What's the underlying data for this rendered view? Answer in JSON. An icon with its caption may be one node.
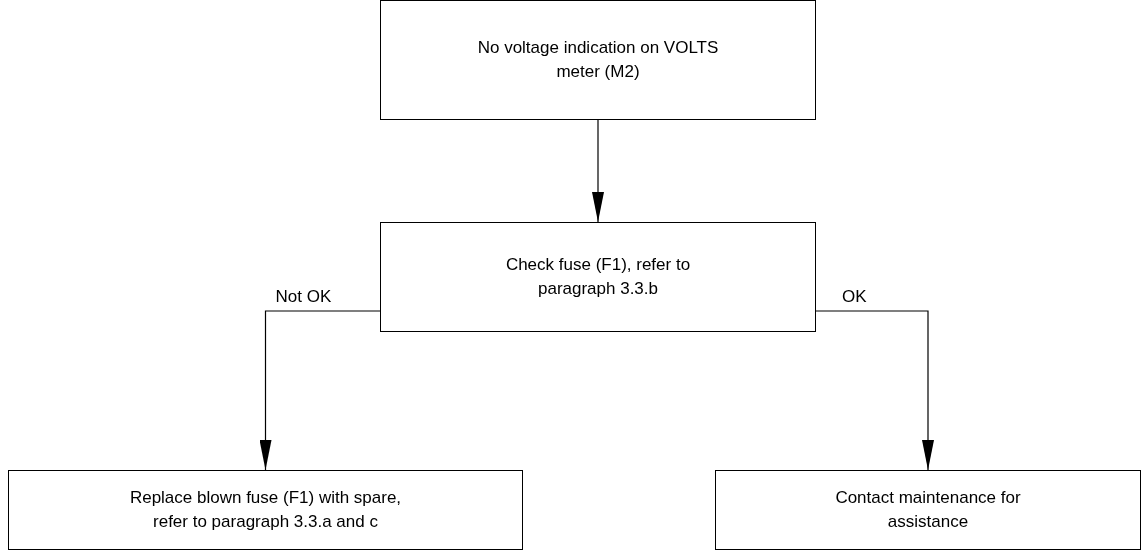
{
  "diagram": {
    "nodes": [
      {
        "text": [
          "No voltage indication on VOLTS meter (M2)"
        ]
      },
      {
        "text": [
          "Check fuse (F1), refer to paragraph 3.3.b"
        ]
      },
      {
        "text": [
          "Replace blown fuse (F1) with spare, refer to paragraph 3.3.a and c"
        ]
      },
      {
        "text": [
          "Contact maintenance for assistance"
        ]
      }
    ],
    "edges": [
      {
        "from": 0,
        "to": 1,
        "arrow": "to"
      },
      {
        "from": 1,
        "to": 2,
        "arrow": "to",
        "label": "Not OK"
      },
      {
        "from": 1,
        "to": 3,
        "arrow": "to",
        "label": "OK"
      }
    ]
  }
}
